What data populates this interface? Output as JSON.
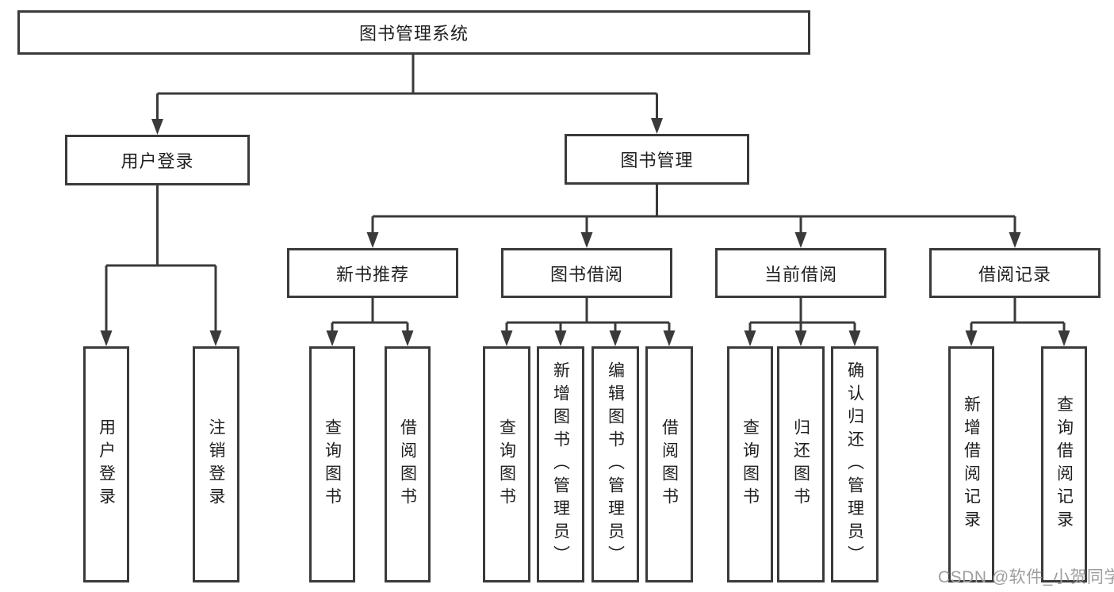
{
  "diagram_title": "图书管理系统",
  "tree": {
    "label": "图书管理系统",
    "children": [
      {
        "label": "用户登录",
        "children": [
          {
            "label": "用户登录"
          },
          {
            "label": "注销登录"
          }
        ]
      },
      {
        "label": "图书管理",
        "children": [
          {
            "label": "新书推荐",
            "children": [
              {
                "label": "查询图书"
              },
              {
                "label": "借阅图书"
              }
            ]
          },
          {
            "label": "图书借阅",
            "children": [
              {
                "label": "查询图书"
              },
              {
                "label": "新增图书（管理员）"
              },
              {
                "label": "编辑图书（管理员）"
              },
              {
                "label": "借阅图书"
              }
            ]
          },
          {
            "label": "当前借阅",
            "children": [
              {
                "label": "查询图书"
              },
              {
                "label": "归还图书"
              },
              {
                "label": "确认归还（管理员）"
              }
            ]
          },
          {
            "label": "借阅记录",
            "children": [
              {
                "label": "新增借阅记录"
              },
              {
                "label": "查询借阅记录"
              }
            ]
          }
        ]
      }
    ]
  },
  "watermark": {
    "text": "CSDN @软件_小贺同学"
  },
  "colors": {
    "line": "#3a3a3a",
    "text": "#1f1f1f",
    "box_fill": "#ffffff",
    "background": "#ffffff",
    "watermark": "#9e9e9e"
  }
}
